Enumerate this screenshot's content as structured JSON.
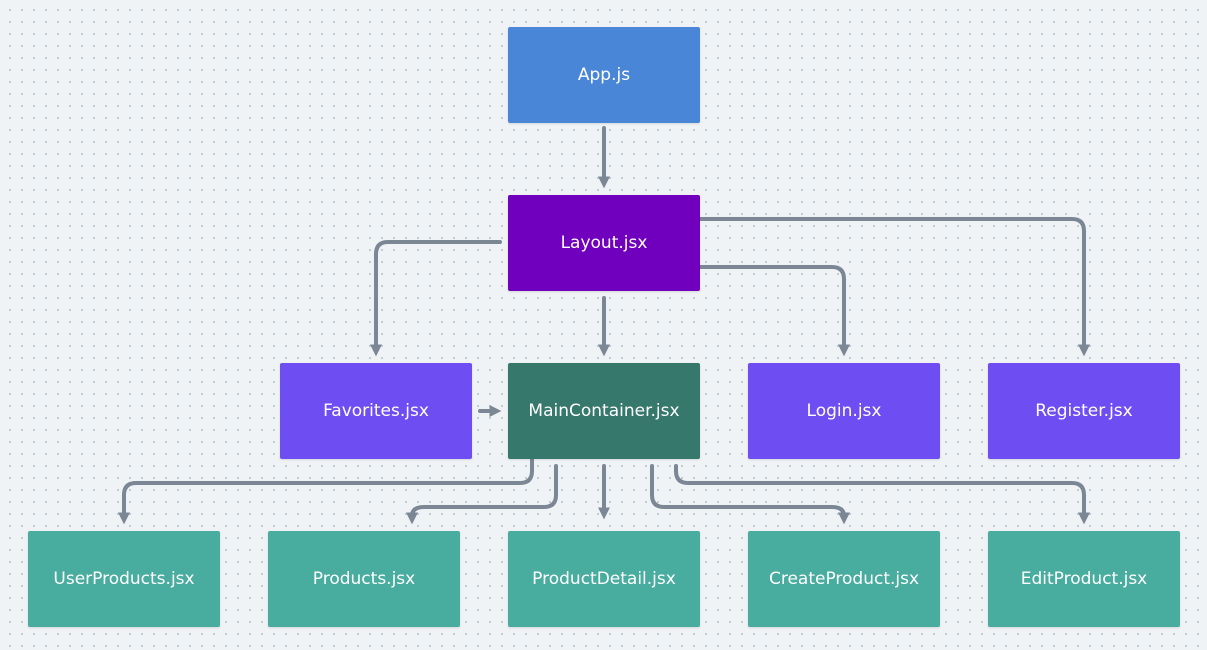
{
  "colors": {
    "root": "#4a86d8",
    "layout": "#7000bd",
    "page": "#6e4ef2",
    "main": "#36786b",
    "child": "#48ac9f",
    "edge": "#7b8794"
  },
  "nodes": {
    "app": {
      "label": "App.js",
      "color_key": "root"
    },
    "layout": {
      "label": "Layout.jsx",
      "color_key": "layout"
    },
    "favorites": {
      "label": "Favorites.jsx",
      "color_key": "page"
    },
    "main_container": {
      "label": "MainContainer.jsx",
      "color_key": "main"
    },
    "login": {
      "label": "Login.jsx",
      "color_key": "page"
    },
    "register": {
      "label": "Register.jsx",
      "color_key": "page"
    },
    "user_products": {
      "label": "UserProducts.jsx",
      "color_key": "child"
    },
    "products": {
      "label": "Products.jsx",
      "color_key": "child"
    },
    "product_detail": {
      "label": "ProductDetail.jsx",
      "color_key": "child"
    },
    "create_product": {
      "label": "CreateProduct.jsx",
      "color_key": "child"
    },
    "edit_product": {
      "label": "EditProduct.jsx",
      "color_key": "child"
    }
  },
  "edges": [
    {
      "from": "app",
      "to": "layout"
    },
    {
      "from": "layout",
      "to": "favorites"
    },
    {
      "from": "layout",
      "to": "main_container"
    },
    {
      "from": "layout",
      "to": "login"
    },
    {
      "from": "layout",
      "to": "register"
    },
    {
      "from": "favorites",
      "to": "main_container"
    },
    {
      "from": "main_container",
      "to": "user_products"
    },
    {
      "from": "main_container",
      "to": "products"
    },
    {
      "from": "main_container",
      "to": "product_detail"
    },
    {
      "from": "main_container",
      "to": "create_product"
    },
    {
      "from": "main_container",
      "to": "edit_product"
    }
  ]
}
